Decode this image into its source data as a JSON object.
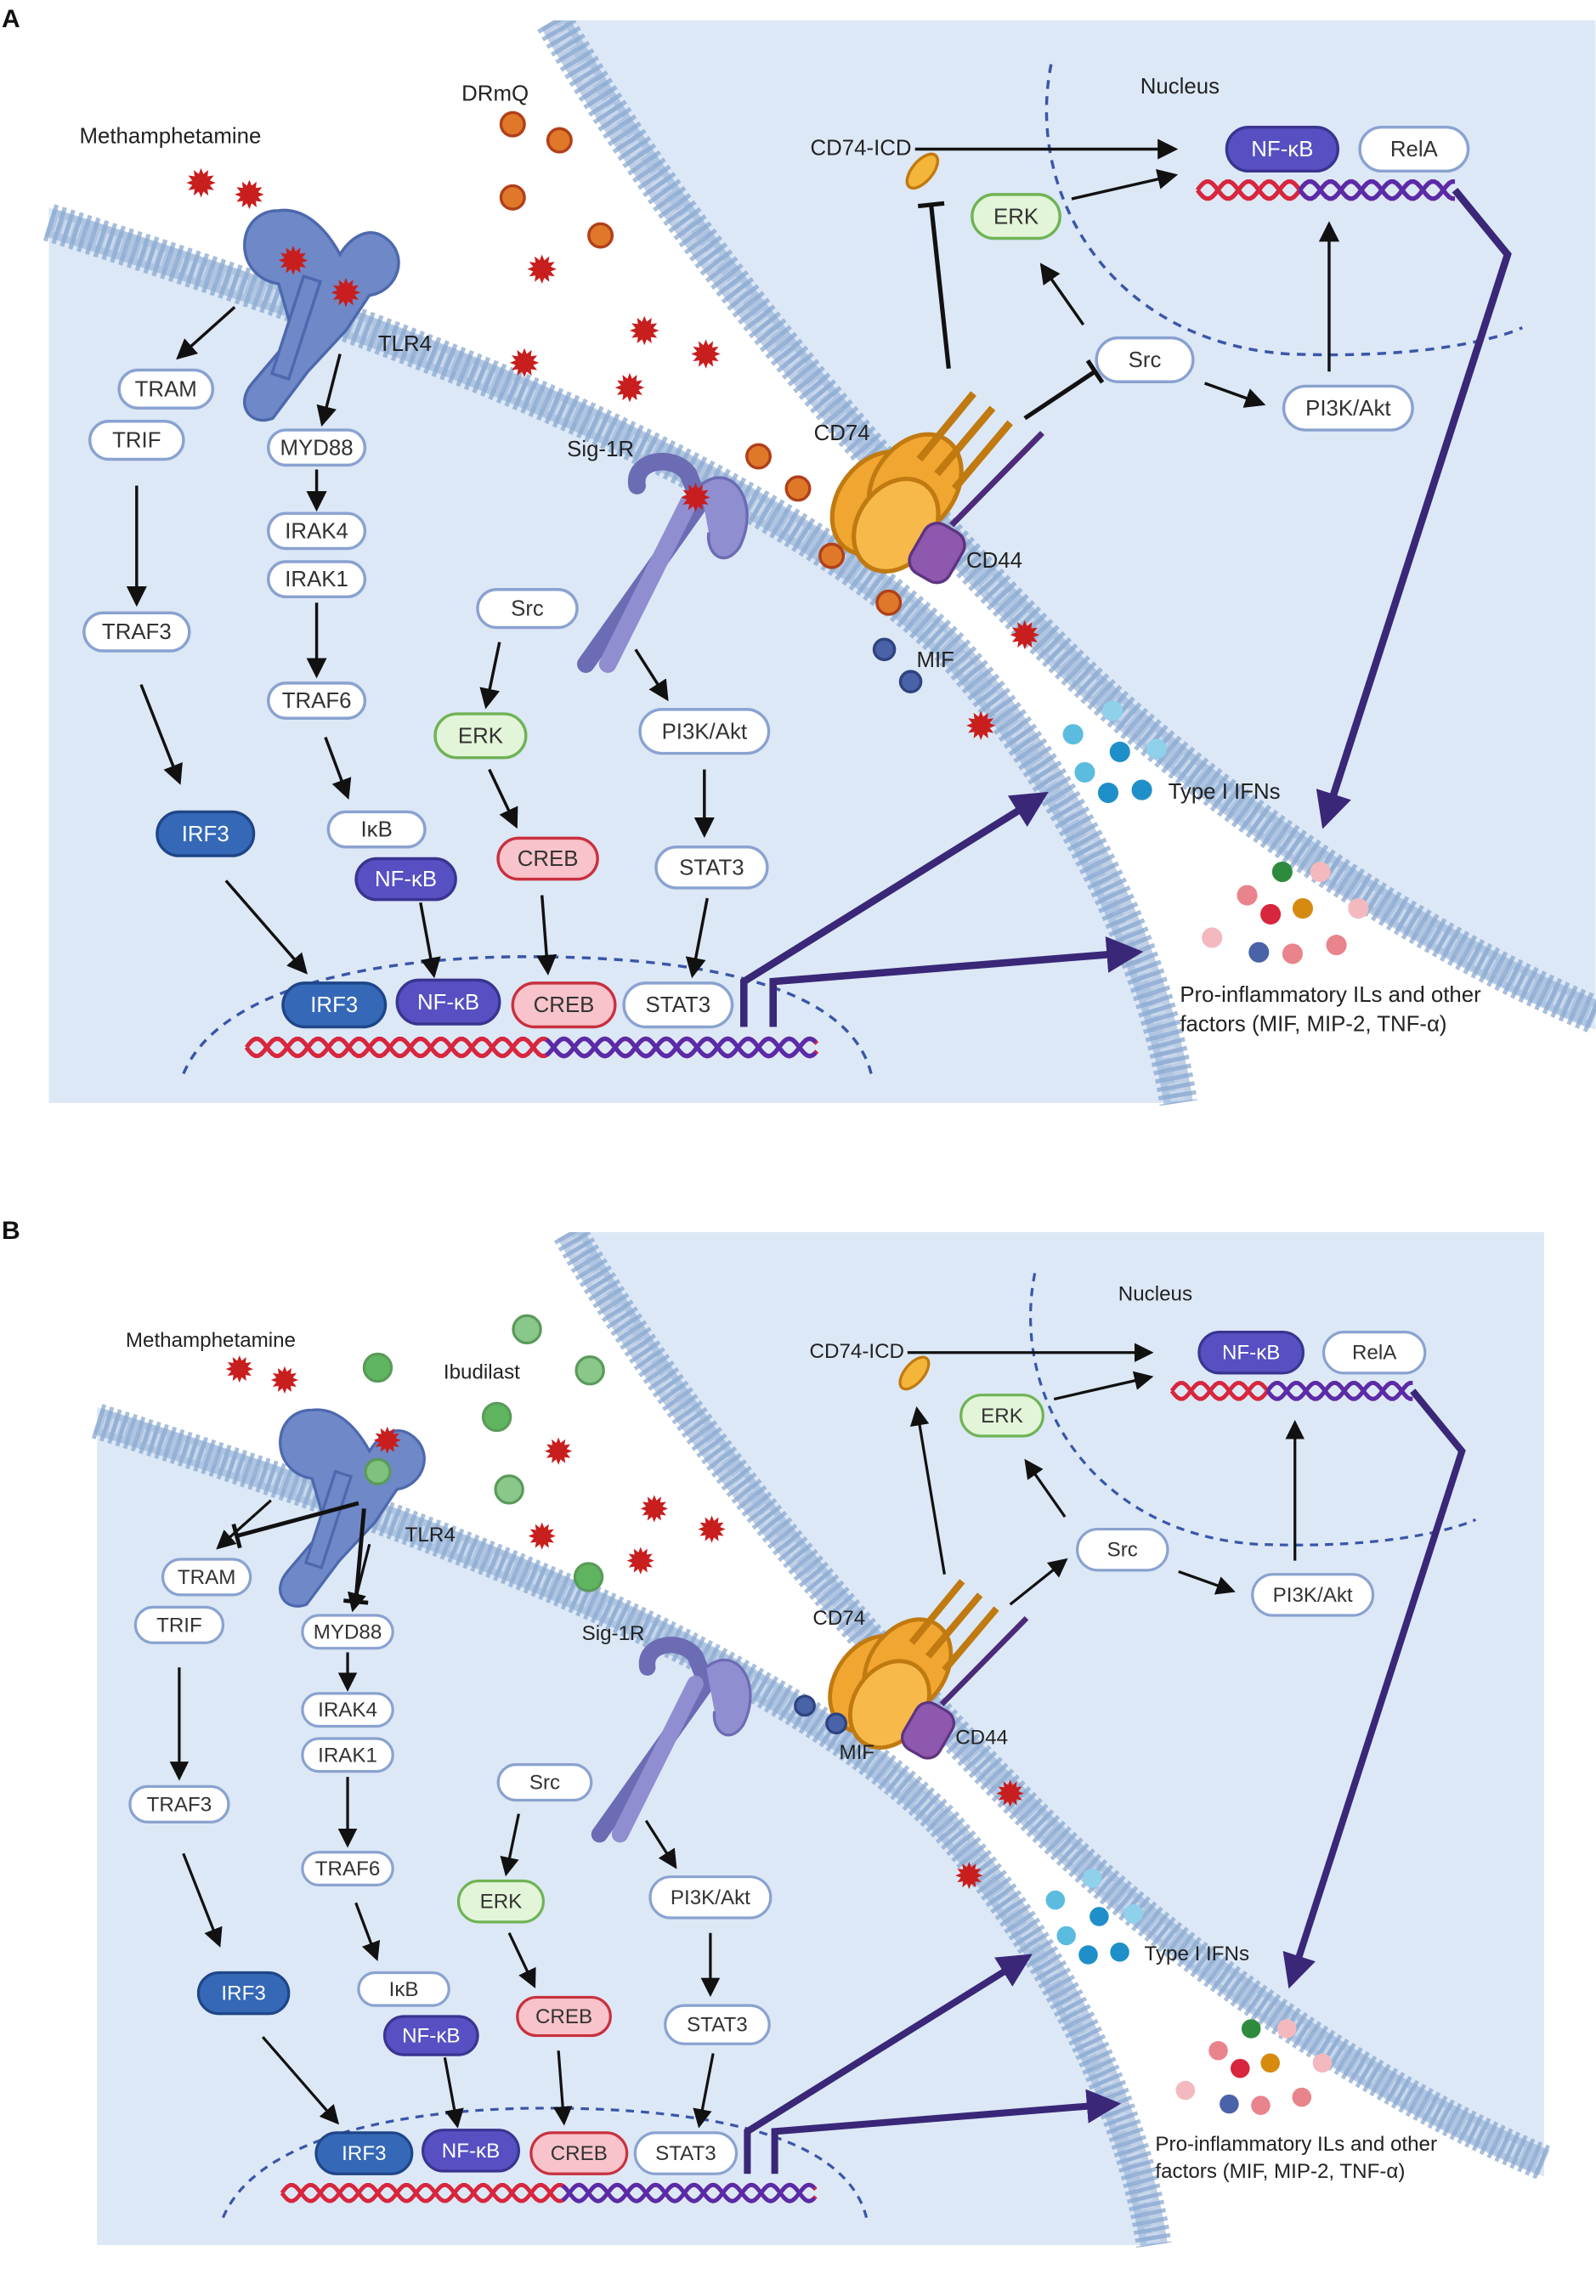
{
  "panels": [
    {
      "letter": "A",
      "labels": {
        "methamphetamine": "Methamphetamine",
        "ligand": "DRmQ",
        "tlr4": "TLR4",
        "sig1r": "Sig-1R",
        "cd74": "CD74",
        "cd44": "CD44",
        "mif": "MIF",
        "nucleus": "Nucleus",
        "cd74icd": "CD74-ICD",
        "type1": "Type I IFNs",
        "pro1": "Pro-inflammatory ILs and other",
        "pro2": "factors (MIF, MIP-2, TNF-α)"
      },
      "boxes": {
        "tram": "TRAM",
        "trif": "TRIF",
        "myd88": "MYD88",
        "irak4": "IRAK4",
        "irak1": "IRAK1",
        "traf3": "TRAF3",
        "traf6": "TRAF6",
        "irf3": "IRF3",
        "ikb": "IκB",
        "nfkb": "NF-κB",
        "src": "Src",
        "erk": "ERK",
        "pi3k": "PI3K/Akt",
        "creb": "CREB",
        "stat3": "STAT3",
        "n_irf3": "IRF3",
        "n_nfkb": "NF-κB",
        "n_creb": "CREB",
        "n_stat3": "STAT3",
        "r_erk": "ERK",
        "r_src": "Src",
        "r_pi3k": "PI3K/Akt",
        "r_nfkb": "NF-κB",
        "r_rela": "RelA"
      }
    },
    {
      "letter": "B",
      "labels": {
        "methamphetamine": "Methamphetamine",
        "ligand": "Ibudilast",
        "tlr4": "TLR4",
        "sig1r": "Sig-1R",
        "cd74": "CD74",
        "cd44": "CD44",
        "mif": "MIF",
        "nucleus": "Nucleus",
        "cd74icd": "CD74-ICD",
        "type1": "Type I IFNs",
        "pro1": "Pro-inflammatory ILs and other",
        "pro2": "factors (MIF, MIP-2, TNF-α)"
      },
      "boxes": {
        "tram": "TRAM",
        "trif": "TRIF",
        "myd88": "MYD88",
        "irak4": "IRAK4",
        "irak1": "IRAK1",
        "traf3": "TRAF3",
        "traf6": "TRAF6",
        "irf3": "IRF3",
        "ikb": "IκB",
        "nfkb": "NF-κB",
        "src": "Src",
        "erk": "ERK",
        "pi3k": "PI3K/Akt",
        "creb": "CREB",
        "stat3": "STAT3",
        "n_irf3": "IRF3",
        "n_nfkb": "NF-κB",
        "n_creb": "CREB",
        "n_stat3": "STAT3",
        "r_erk": "ERK",
        "r_src": "Src",
        "r_pi3k": "PI3K/Akt",
        "r_nfkb": "NF-κB",
        "r_rela": "RelA"
      }
    }
  ],
  "colors": {
    "cell_fill": "#dce8f6",
    "membrane": "#8aa8d0",
    "box_white_fill": "#ffffff",
    "box_white_stroke": "#8aa2d0",
    "erk_fill": "#e3f5d8",
    "erk_stroke": "#6fb356",
    "creb_fill": "#f8c3ca",
    "creb_stroke": "#c9303f",
    "irf3_fill": "#3569b7",
    "nfkb_fill": "#5650c2",
    "dna_red": "#d7263d",
    "dna_purple": "#5a2ba8",
    "meth_red": "#c81e1e",
    "drmq_orange": "#e0782a",
    "ibudilast_green": "#8ac78a",
    "tlr4": "#6f88c7",
    "sig1r": "#8f8ed0",
    "cd74": "#f0a630",
    "cd44": "#8d58ad",
    "mif": "#4a62a8",
    "arrow_dark": "#3a2777"
  }
}
